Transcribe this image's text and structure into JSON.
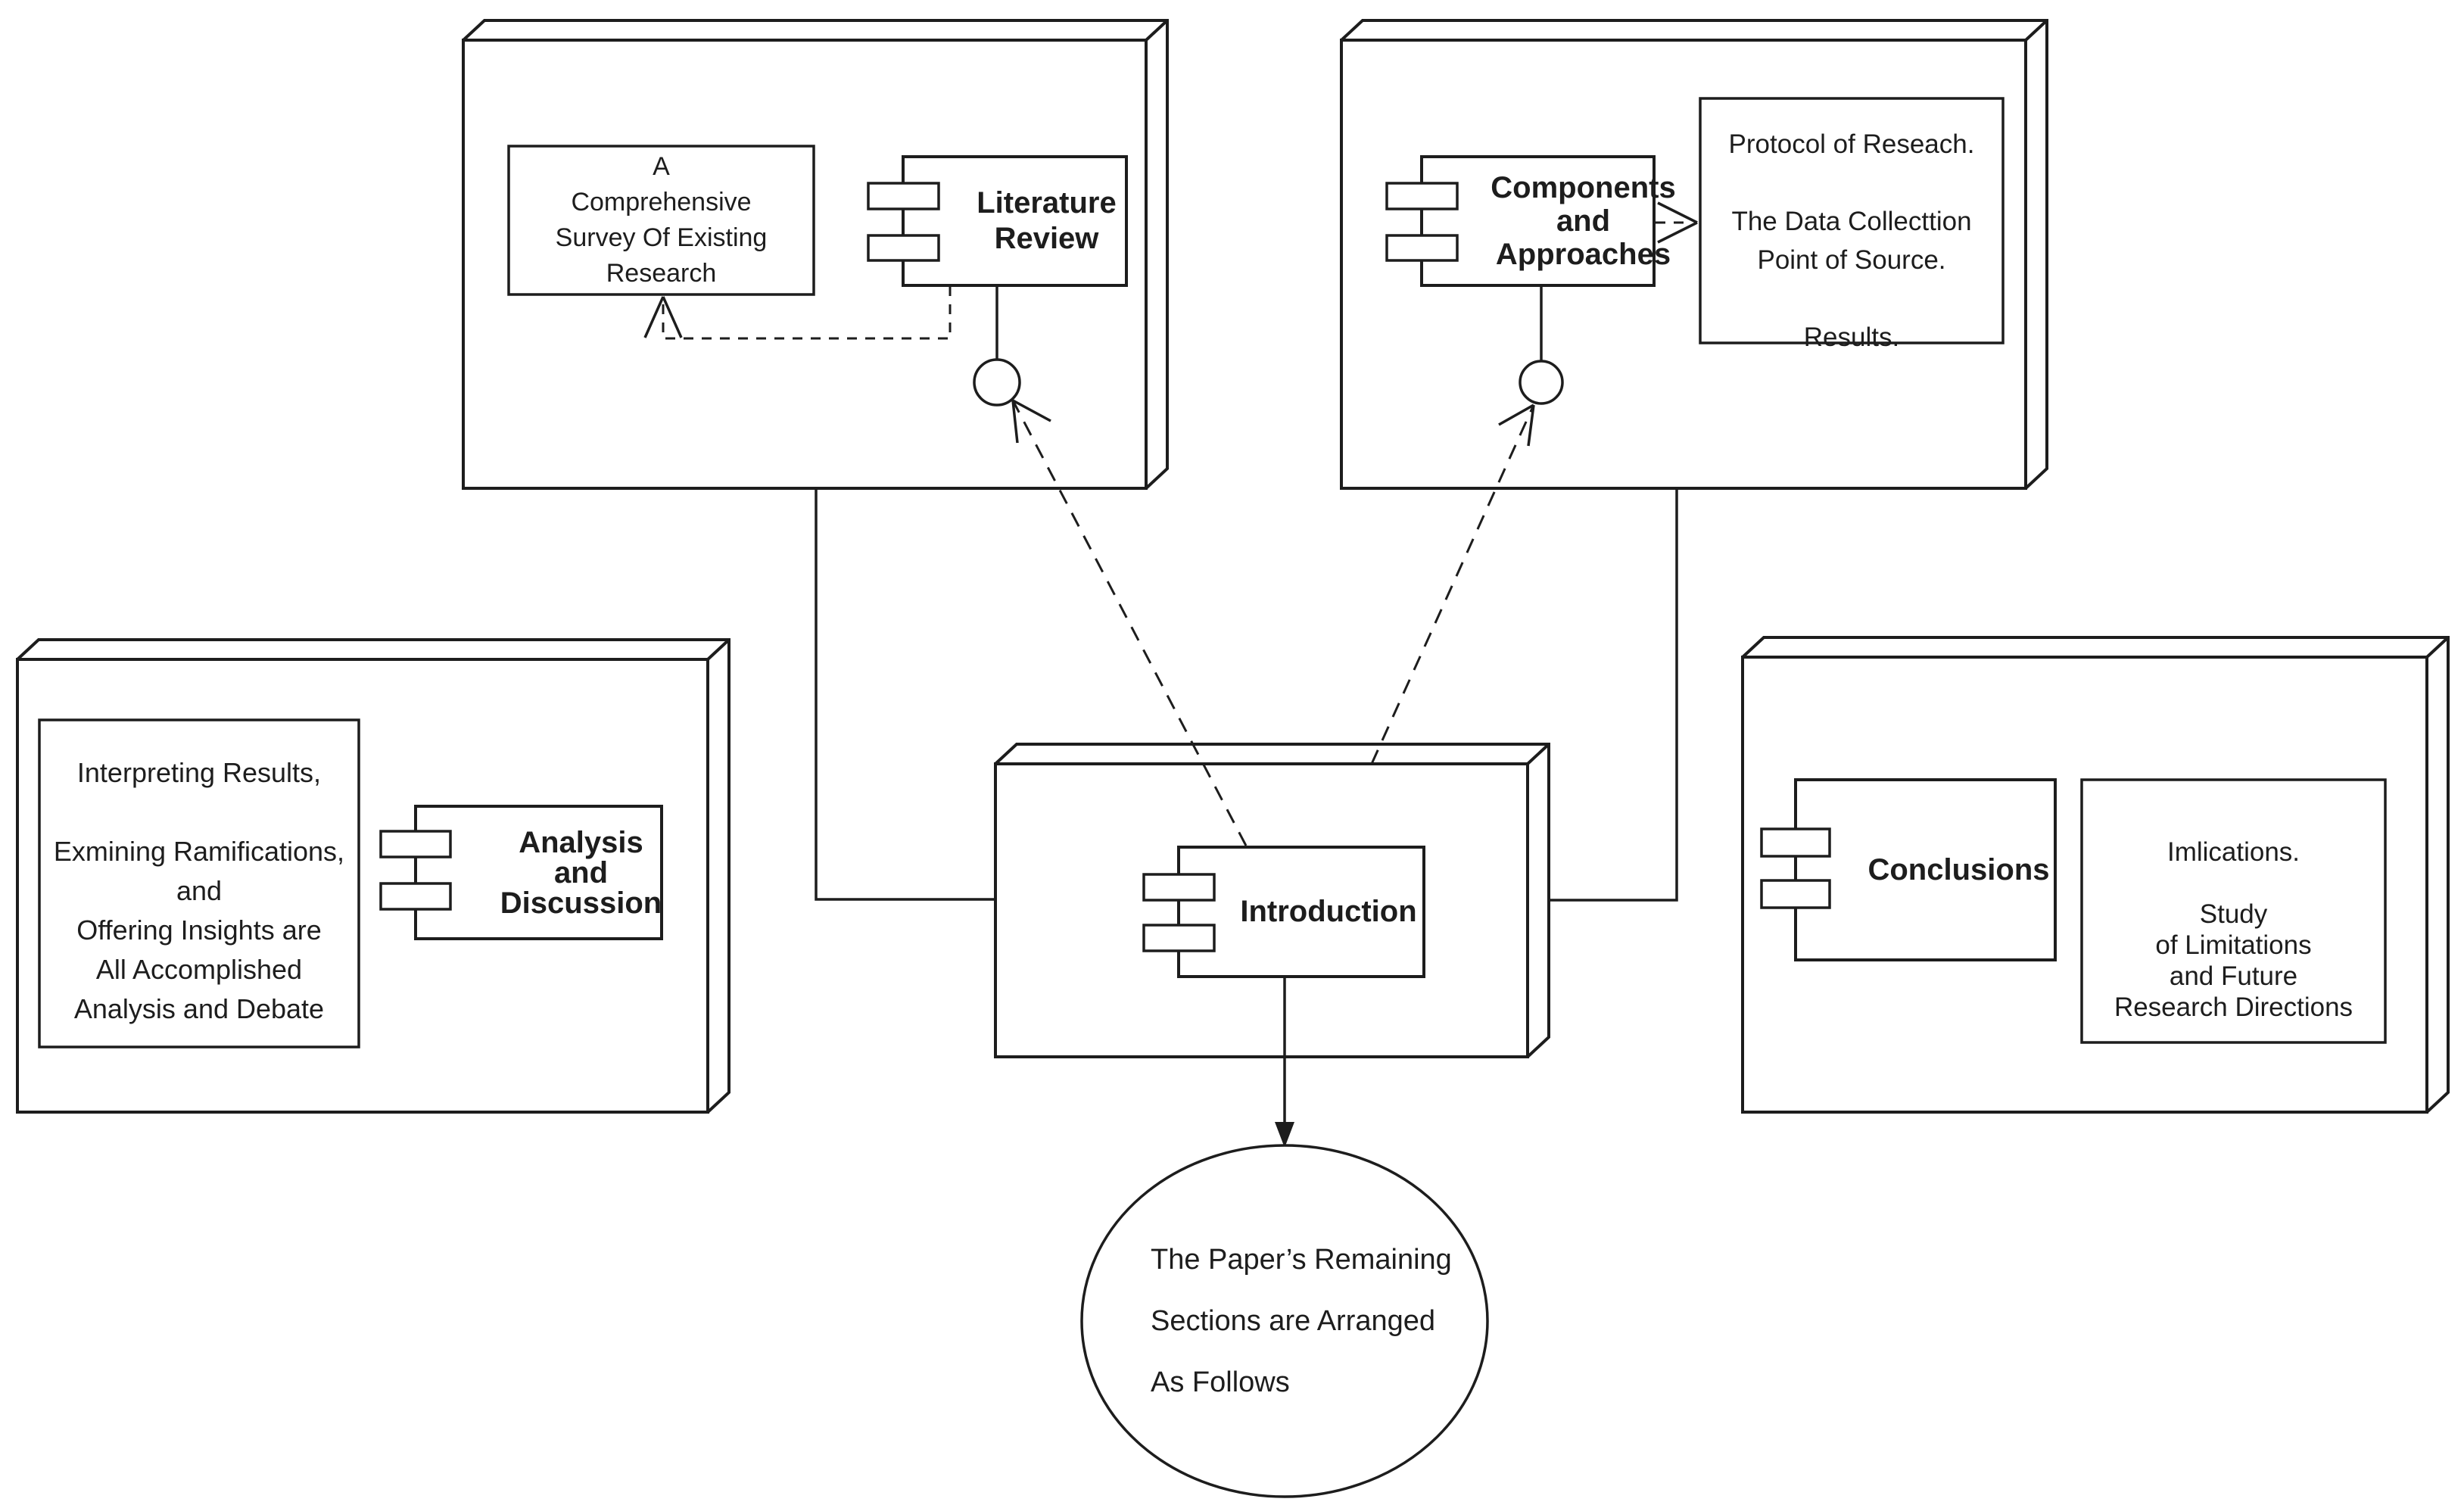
{
  "colors": {
    "stroke": "#1d1d1d",
    "background": "#ffffff"
  },
  "packages": {
    "literature": {
      "label": "Literature\nReview",
      "note": "A\nComprehensive\nSurvey Of Existing\nResearch"
    },
    "approaches": {
      "label": "Components\nand\nApproaches",
      "note": "Protocol of Reseach.\n\nThe Data Collecttion\nPoint of Source.\n\nResults."
    },
    "analysis": {
      "label": "Analysis\nand\nDiscussion",
      "note": "Interpreting Results,\n\nExmining Ramifications,\nand\nOffering Insights are\nAll Accomplished\nAnalysis and Debate"
    },
    "introduction": {
      "label": "Introduction"
    },
    "conclusions": {
      "label": "Conclusions",
      "note": "Imlications.\n\nStudy\nof Limitations\nand Future\nResearch Directions"
    }
  },
  "terminator": {
    "text": "The Paper’s Remaining\nSections are Arranged\nAs Follows"
  }
}
